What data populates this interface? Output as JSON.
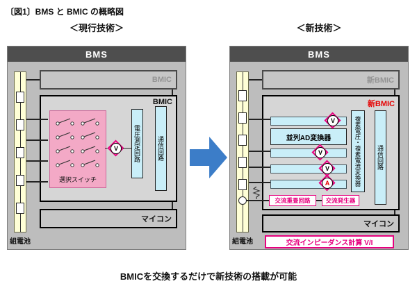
{
  "figure": {
    "title": "〔図1〕BMS と BMIC の概略図",
    "caption": "BMICを交換するだけで新技術の搭載が可能"
  },
  "left": {
    "heading": "＜現行技術＞",
    "bms": "BMS",
    "ghost_bmic": "BMIC",
    "bmic": "BMIC",
    "selector_switch": "選択スイッチ",
    "voltage_sensor": "V",
    "voltage_measure_circuit": "電圧測定回路",
    "comm_circuit": "通信回路",
    "micon": "マイコン",
    "battery": "組電池"
  },
  "right": {
    "heading": "＜新技術＞",
    "bms": "BMS",
    "ghost_bmic": "新BMIC",
    "bmic": "新BMIC",
    "parallel_ad": "並列AD変換器",
    "complex_converter": "複素電圧・複素電流変換器",
    "voltage_sensor": "V",
    "current_sensor": "A",
    "ac_superpose": "交流重畳回路",
    "ac_generator": "交流発生器",
    "comm_circuit": "通信回路",
    "micon": "マイコン",
    "impedance": "交流インピーダンス計算 V/I",
    "battery": "組電池"
  },
  "colors": {
    "accent_magenta": "#e6007e",
    "accent_red": "#e60000",
    "cyan_box": "#c9eef8",
    "pink_box": "#f3a9c6",
    "panel_gray": "#bdbdbd",
    "header_gray": "#4e4e4e",
    "arrow_blue": "#3c7dc8",
    "battery_strip_yellow": "#ffffd6"
  }
}
